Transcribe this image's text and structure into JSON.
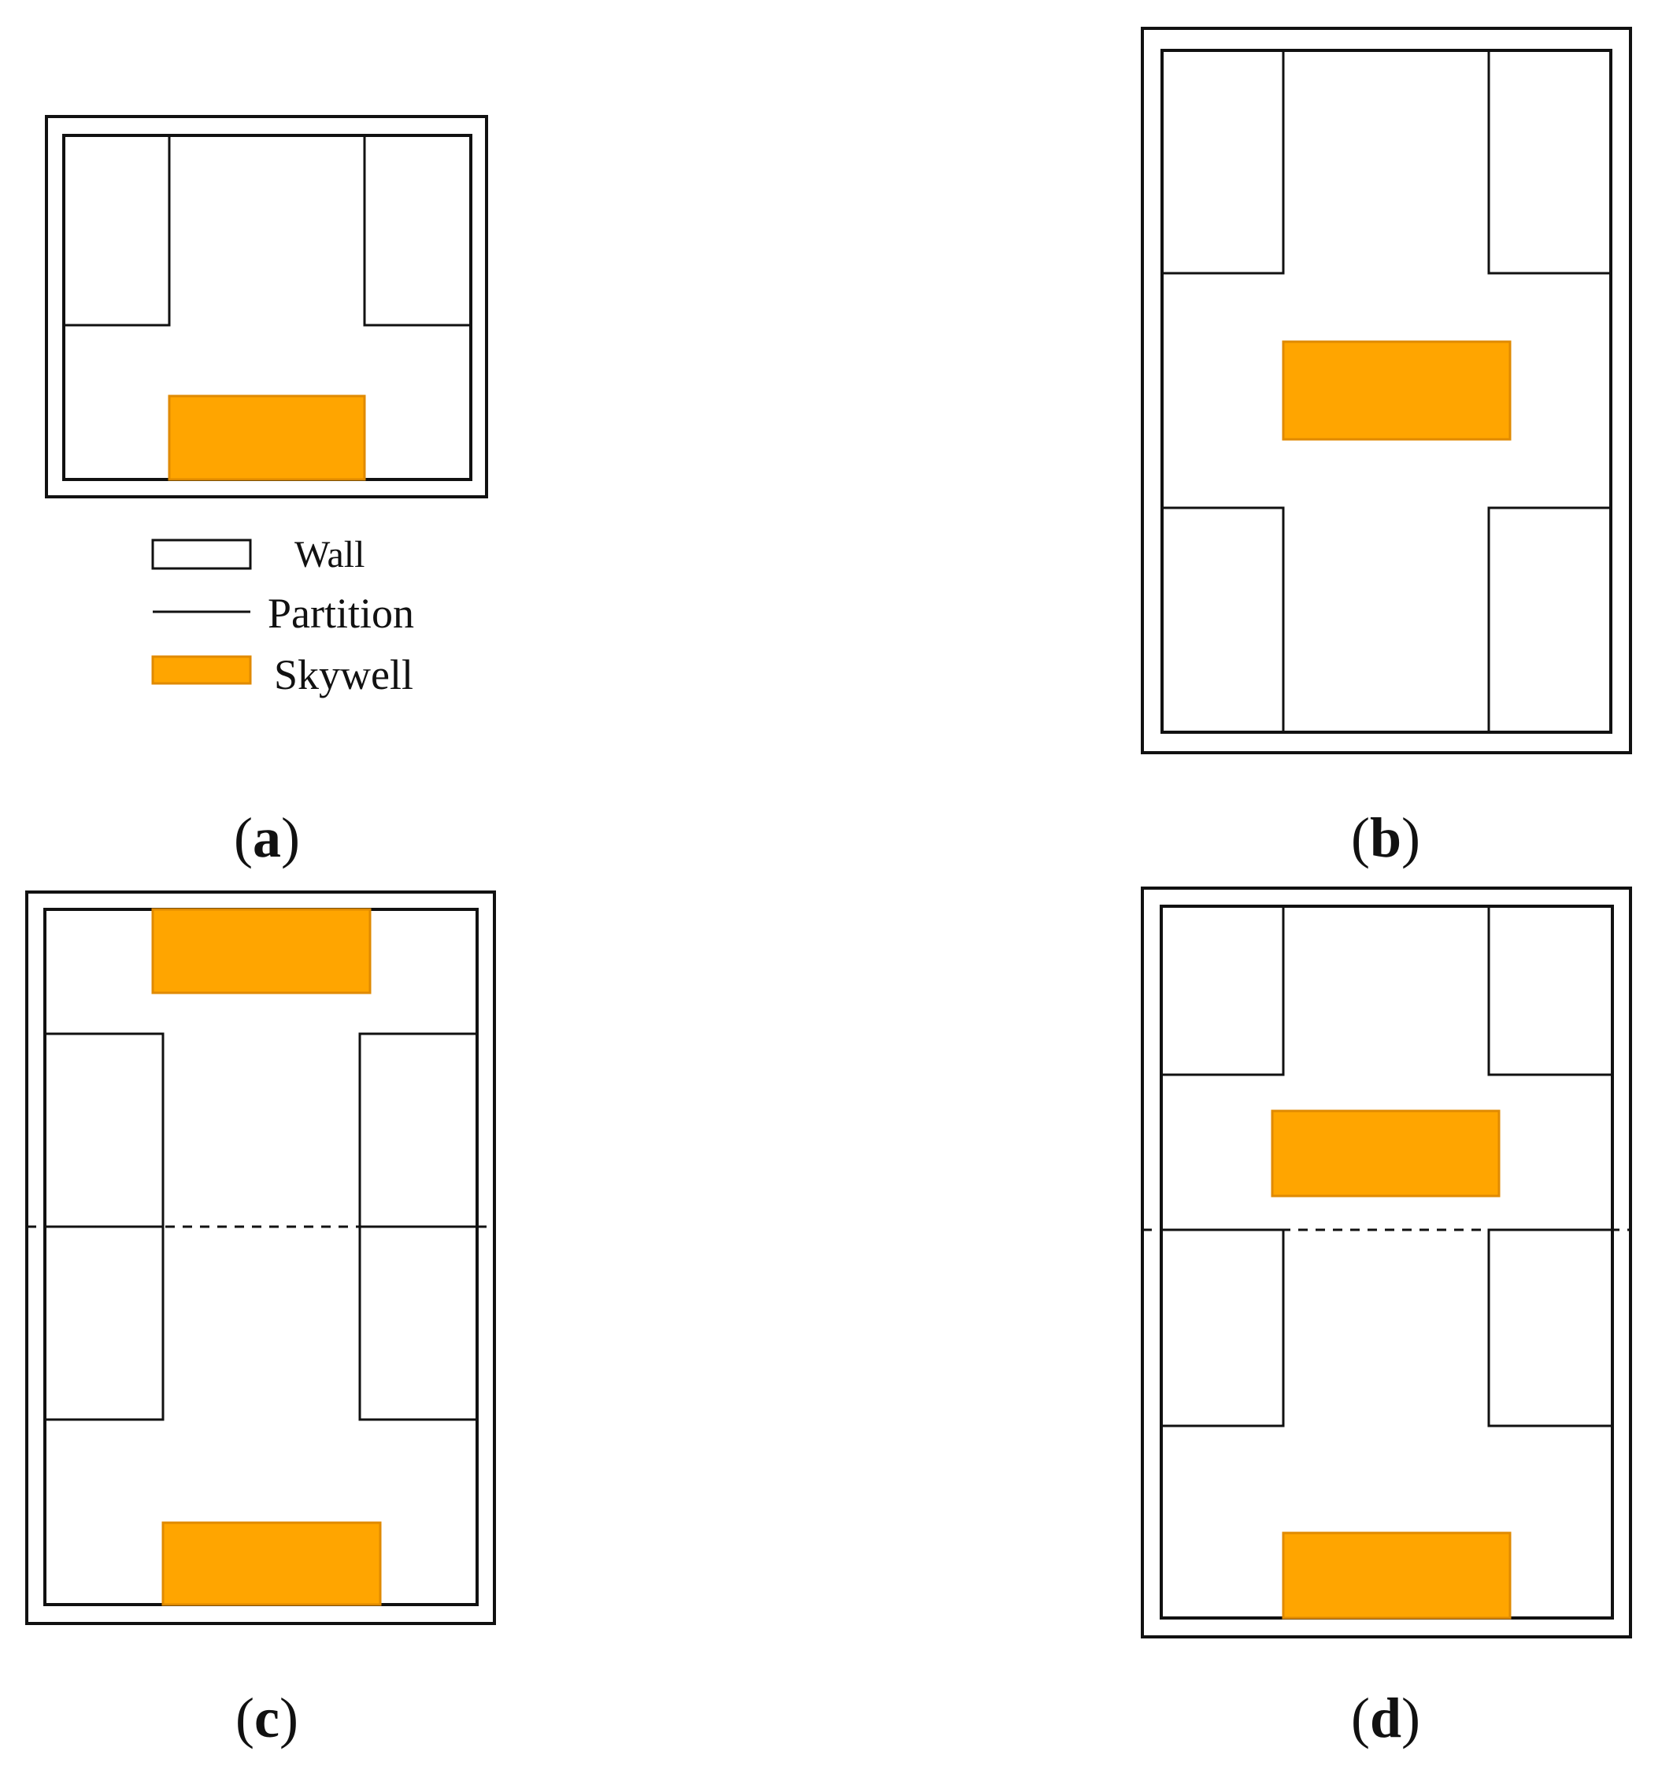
{
  "colors": {
    "skywell_fill": "#FFA500",
    "skywell_stroke": "#E08A00",
    "line": "#111111",
    "background": "#FFFFFF"
  },
  "legend": {
    "wall": "Wall",
    "partition": "Partition",
    "skywell": "Skywell"
  },
  "panels": {
    "a": "a",
    "b": "b",
    "c": "c",
    "d": "d"
  },
  "label_open": "(",
  "label_close": ")"
}
